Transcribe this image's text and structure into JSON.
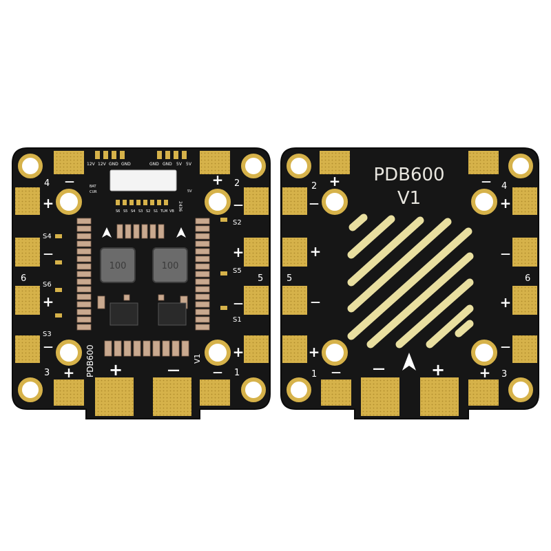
{
  "colors": {
    "board": "#161616",
    "board_edge": "#0b0b0b",
    "gold": "#d6b24a",
    "gold_dark": "#b08c2c",
    "stripe": "#e9dfa0",
    "silk": "#ffffff",
    "component": "#c9a98f",
    "component_dark": "#8a6a55",
    "inductor": "#6b6b6b",
    "chip": "#2a2a2a",
    "connector": "#f4f4f4"
  },
  "front_board": {
    "connector_labels": [
      "12V",
      "12V",
      "GND",
      "GND",
      "GND",
      "GND",
      "5V",
      "5V"
    ],
    "connector_label_bat": "BAT",
    "connector_label_cur": "CUR",
    "pad_labels": [
      "S6",
      "S5",
      "S4",
      "S3",
      "S2",
      "S1",
      "TLM",
      "VB"
    ],
    "pad_label_5v": "5V",
    "code": "2436",
    "corner_numbers": [
      "4",
      "2",
      "3",
      "1"
    ],
    "side_numbers": [
      "6",
      "5"
    ],
    "signal_labels": [
      "S4",
      "S6",
      "S3",
      "S2",
      "S5",
      "S1"
    ],
    "inductor_label": "100",
    "name": "PDB600",
    "version": "V1",
    "plus": "+",
    "minus": "—"
  },
  "back_board": {
    "title_line1": "PDB600",
    "title_line2": "V1",
    "corner_numbers": [
      "2",
      "4",
      "1",
      "3"
    ],
    "side_numbers": [
      "5",
      "6"
    ],
    "plus": "+",
    "minus": "—"
  }
}
